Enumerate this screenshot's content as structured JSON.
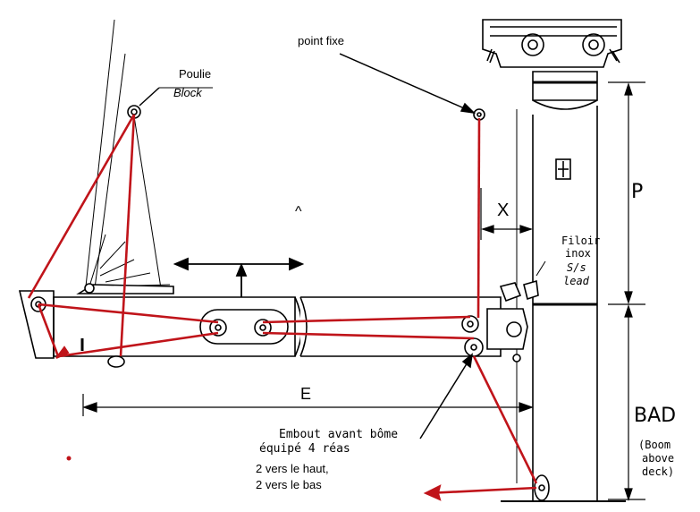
{
  "labels": {
    "poulie": "Poulie",
    "block": "Block",
    "point_fixe": "point fixe",
    "caret": "^",
    "filoir_line1": "Filoir",
    "filoir_line2": "inox",
    "ss_line1": "S/s",
    "ss_line2": "lead",
    "dim_p": "P",
    "dim_x": "X",
    "dim_e": "E",
    "dim_bad": "BAD",
    "bad_note_line1": "(Boom",
    "bad_note_line2": "above",
    "bad_note_line3": "deck)",
    "embout_line1": "Embout avant bôme",
    "embout_line2": "équipé 4 réas",
    "embout_line3": "2 vers le haut,",
    "embout_line4": "2 vers le bas"
  },
  "colors": {
    "line": "#000000",
    "rope": "#c0141a",
    "drawing_fill": "#ffffff"
  },
  "icons": [
    "pulley-icon",
    "double-arrow-icon",
    "arrow-icon"
  ]
}
